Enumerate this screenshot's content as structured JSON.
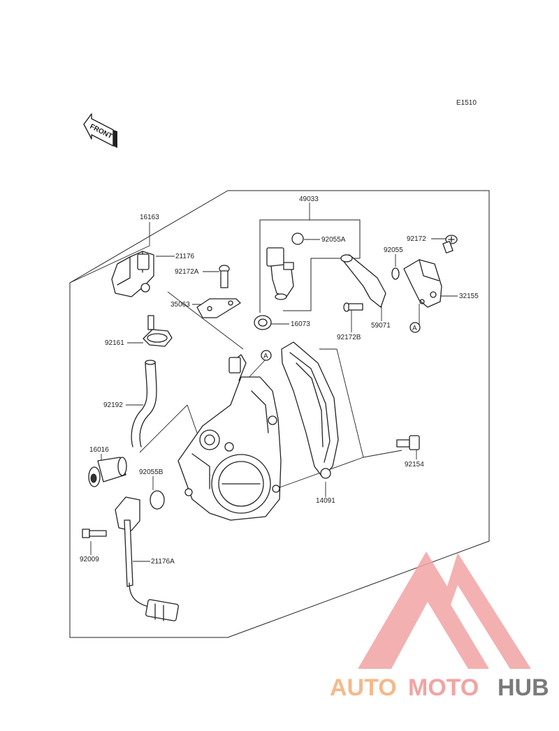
{
  "diagram": {
    "code": "E1510",
    "front_label": "FRONT",
    "callout_letter": "A",
    "parts": [
      {
        "id": "p16163",
        "label": "16163"
      },
      {
        "id": "p21176",
        "label": "21176"
      },
      {
        "id": "p92172A",
        "label": "92172A"
      },
      {
        "id": "p35063",
        "label": "35063"
      },
      {
        "id": "p92161",
        "label": "92161"
      },
      {
        "id": "p92192",
        "label": "92192"
      },
      {
        "id": "p16016",
        "label": "16016"
      },
      {
        "id": "p92055B",
        "label": "92055B"
      },
      {
        "id": "p92009",
        "label": "92009"
      },
      {
        "id": "p21176A",
        "label": "21176A"
      },
      {
        "id": "p49033",
        "label": "49033"
      },
      {
        "id": "p92055A",
        "label": "92055A"
      },
      {
        "id": "p16073",
        "label": "16073"
      },
      {
        "id": "p92172",
        "label": "92172"
      },
      {
        "id": "p92055",
        "label": "92055"
      },
      {
        "id": "p32155",
        "label": "32155"
      },
      {
        "id": "p92172B",
        "label": "92172B"
      },
      {
        "id": "p59071",
        "label": "59071"
      },
      {
        "id": "p92154",
        "label": "92154"
      },
      {
        "id": "p14091",
        "label": "14091"
      }
    ]
  },
  "watermark": {
    "part1": "AUTO",
    "part2": "MOTO",
    "part3": "HUB",
    "color1": "#f5b98a",
    "color2": "#f2a3a3",
    "color3": "#7a7a7a"
  }
}
